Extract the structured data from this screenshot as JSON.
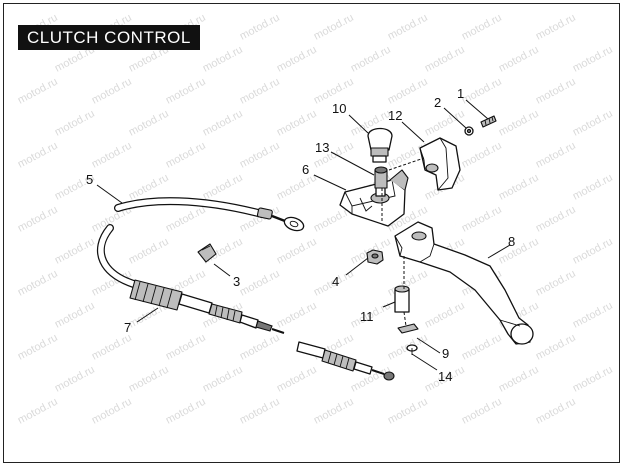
{
  "title": "CLUTCH CONTROL",
  "watermark": "motod.ru",
  "colors": {
    "ink": "#111111",
    "frame": "#222222",
    "title_bg": "#111111",
    "title_fg": "#ffffff",
    "shade": "#bdbdbd"
  },
  "callouts": {
    "c1": "1",
    "c2": "2",
    "c3": "3",
    "c4": "4",
    "c5": "5",
    "c6": "6",
    "c7": "7",
    "c8": "8",
    "c9": "9",
    "c10": "10",
    "c11": "11",
    "c12": "12",
    "c13": "13",
    "c14": "14"
  }
}
